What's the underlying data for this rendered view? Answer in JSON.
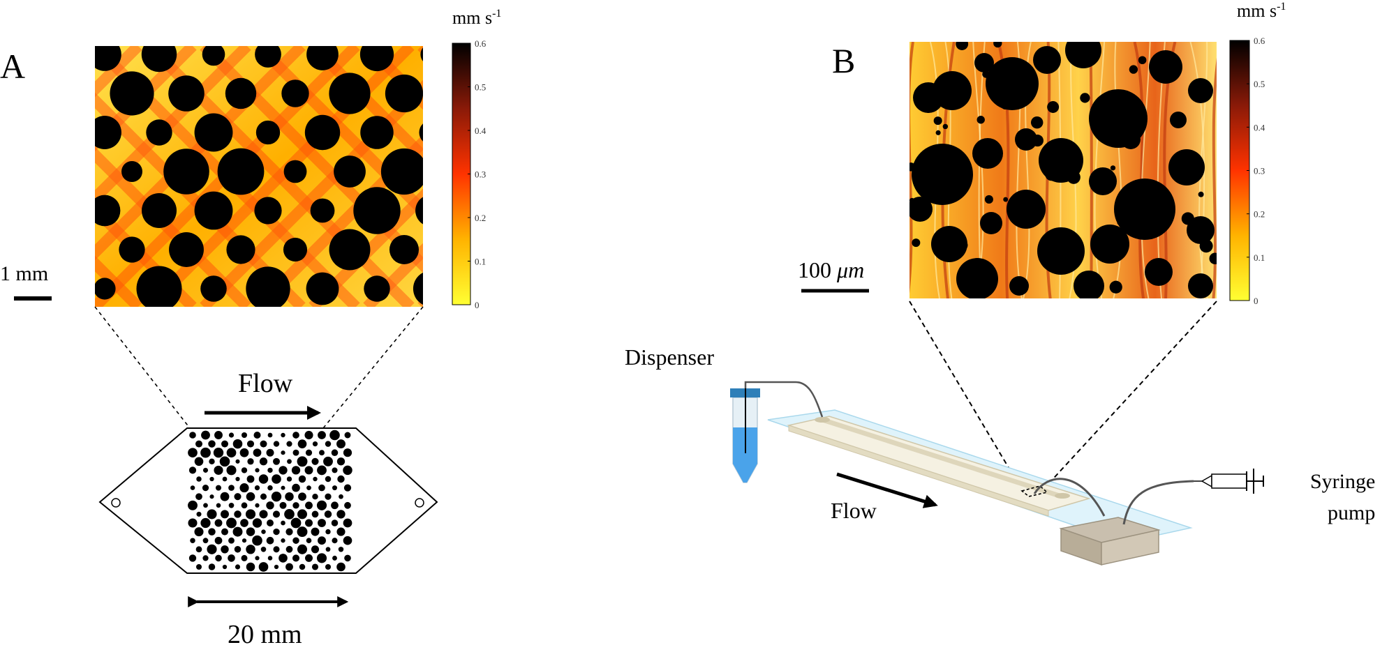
{
  "panel_a": {
    "letter": "A",
    "colorbar": {
      "unit_base": "mm s",
      "unit_sup": "-1",
      "ticks": [
        "0.6",
        "0.5",
        "0.4",
        "0.3",
        "0.2",
        "0.1",
        "0"
      ]
    },
    "scalebar_label": "1 mm",
    "flow_label": "Flow",
    "width_label": "20 mm"
  },
  "panel_b": {
    "letter": "B",
    "colorbar": {
      "unit_base": "mm s",
      "unit_sup": "-1",
      "ticks": [
        "0.6",
        "0.5",
        "0.4",
        "0.3",
        "0.2",
        "0.1",
        "0"
      ]
    },
    "scalebar_label_num": "100 ",
    "scalebar_label_unit": "μm",
    "dispenser_label": "Dispenser",
    "flow_label": "Flow",
    "pump_label_1": "Syringe",
    "pump_label_2": "pump"
  },
  "colors": {
    "heat_low": "#ffff33",
    "heat_mid": "#ff3300",
    "heat_high": "#000000",
    "glass": "#dff3fb",
    "dispenser_cap": "#2e7fb8",
    "dispenser_liquid": "#4aa3ea"
  }
}
